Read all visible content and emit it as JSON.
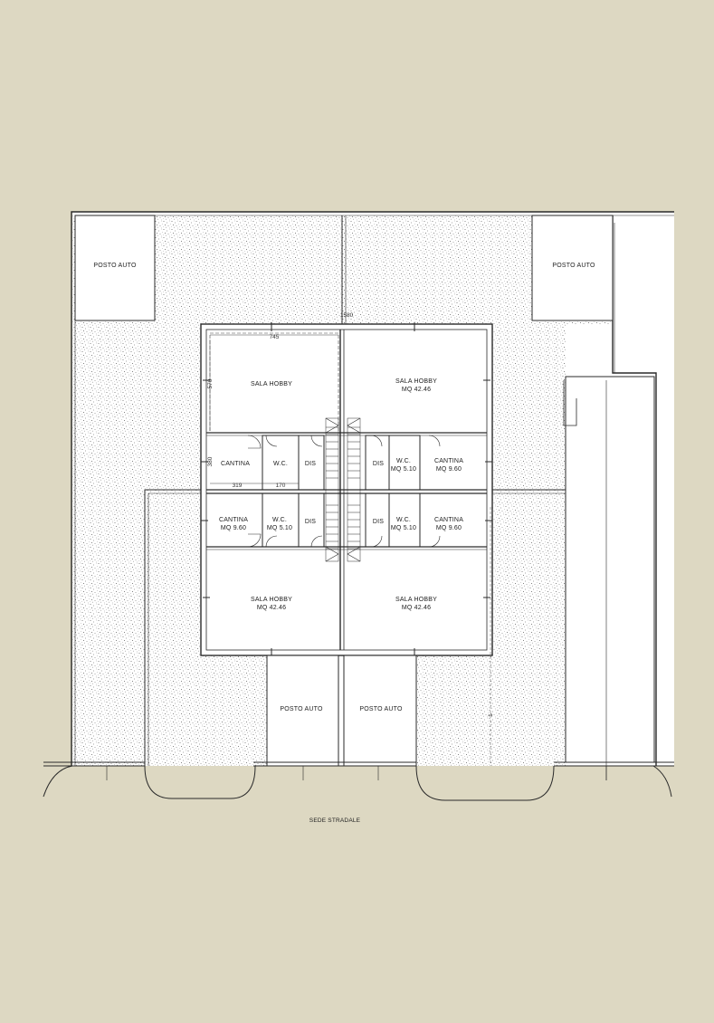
{
  "colors": {
    "background": "#ddd8c2",
    "paper": "#ffffff",
    "lines": "#2a2a2a",
    "gravel": "#8a8a8a"
  },
  "labels": {
    "posto_auto": "POSTO AUTO",
    "sala_hobby": "SALA HOBBY",
    "cantina": "CANTINA",
    "wc": "W.C.",
    "dis": "DIS",
    "mq_42_46": "MQ 42.46",
    "mq_9_60": "MQ 9.60",
    "mq_5_10": "MQ 5.10",
    "sede_stradale": "SEDE STRADALE"
  },
  "dimensions": {
    "width_745": "745",
    "height_570": "570",
    "height_380": "380",
    "width_319": "319",
    "width_170": "170",
    "total_1580": "1580",
    "side_1": "1"
  }
}
